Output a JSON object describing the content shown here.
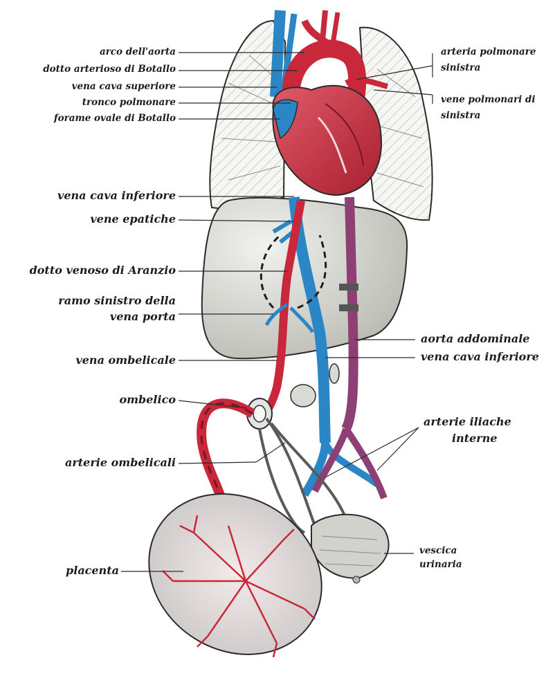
{
  "labels": {
    "arco_aorta": "arco dell'aorta",
    "dotto_arterioso": "dotto arterioso di Botallo",
    "vena_cava_superiore": "vena cava superiore",
    "tronco_polmonare": "tronco polmonare",
    "forame_ovale": "forame ovale di Botallo",
    "arteria_polmonare_l1": "arteria polmonare",
    "arteria_polmonare_l2": "sinistra",
    "vene_polmonari_l1": "vene polmonari di",
    "vene_polmonari_l2": "sinistra",
    "vena_cava_inferiore_left": "vena cava inferiore",
    "vene_epatiche": "vene epatiche",
    "dotto_venoso": "dotto venoso di Aranzio",
    "ramo_sinistro_l1": "ramo sinistro della",
    "ramo_sinistro_l2": "vena porta",
    "vena_ombelicale": "vena ombelicale",
    "ombelico": "ombelico",
    "arterie_ombelicali": "arterie ombelicali",
    "placenta": "placenta",
    "aorta_addominale": "aorta addominale",
    "vena_cava_inferiore_right": "vena cava inferiore",
    "arterie_iliache_l1": "arterie iliache",
    "arterie_iliache_l2": "interne",
    "vescica_l1": "vescica",
    "vescica_l2": "urinaria"
  },
  "colors": {
    "arterial_red": "#c8283a",
    "venous_blue": "#2b86c6",
    "mixed_purple": "#8e3f73",
    "organ_gray": "#d7d8d3",
    "outline": "#2a2a2a"
  }
}
